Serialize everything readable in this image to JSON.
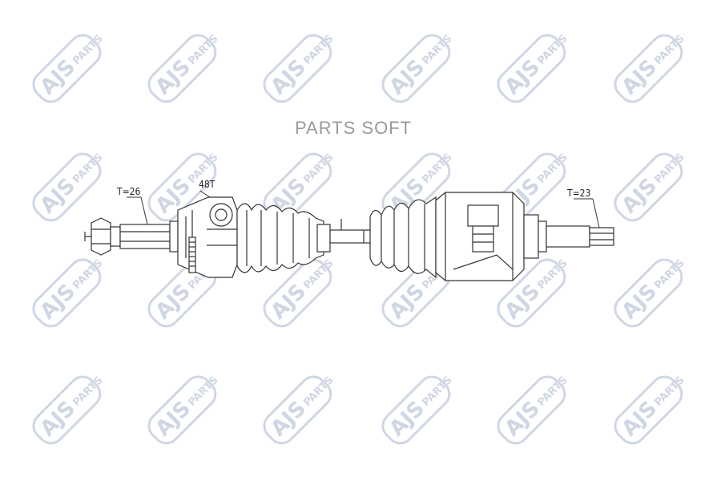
{
  "watermark": {
    "logo_text": "AJS",
    "logo_subtext": "PARTS",
    "color": "#a9b6cf",
    "rows": 4,
    "cols": 6
  },
  "brand_label": "PARTS SOFT",
  "diagram": {
    "labels": {
      "outer_spline": "T=26",
      "abs_ring": "48T",
      "inner_spline": "T=23"
    },
    "line_color": "#333333"
  }
}
